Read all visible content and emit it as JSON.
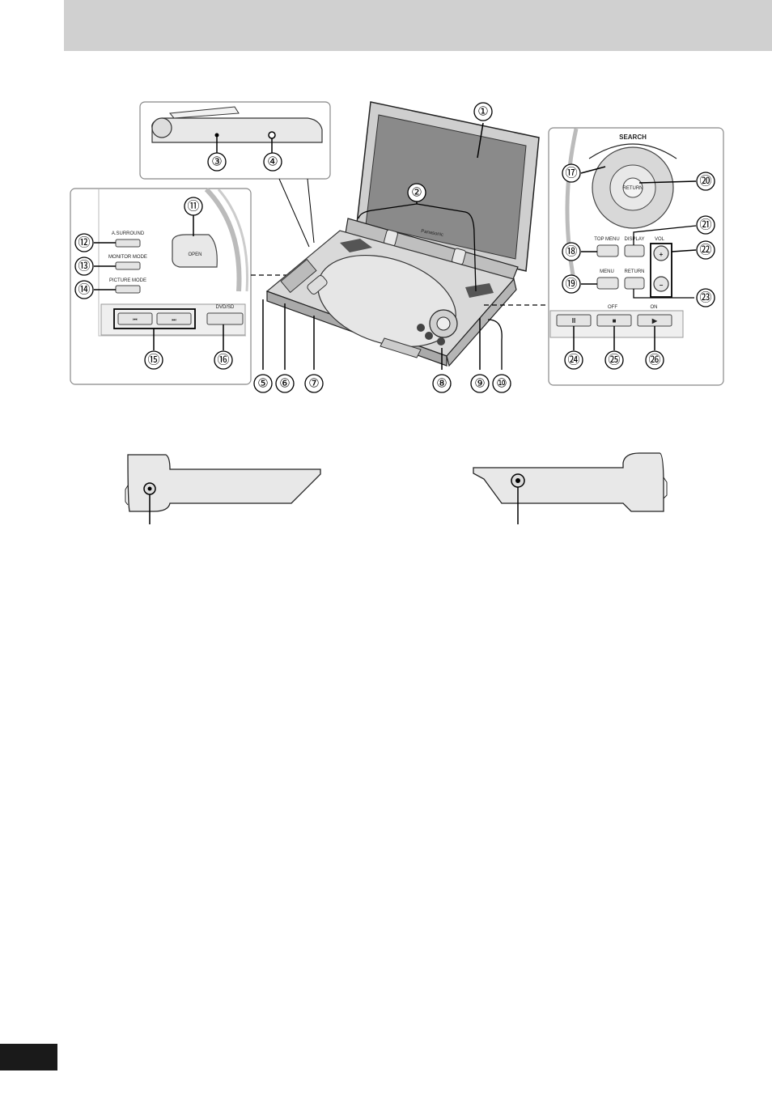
{
  "callouts": [
    "①",
    "②",
    "③",
    "④",
    "⑤",
    "⑥",
    "⑦",
    "⑧",
    "⑨",
    "⑩",
    "⑪",
    "⑫",
    "⑬",
    "⑭",
    "⑮",
    "⑯",
    "⑰",
    "⑱",
    "⑲",
    "⑳",
    "㉑",
    "㉒",
    "㉓",
    "㉔",
    "㉕",
    "㉖"
  ],
  "left_panel": {
    "open": "OPEN",
    "a_surround": "A.SURROUND",
    "monitor_mode": "MONITOR MODE",
    "picture_mode": "PICTURE MODE",
    "dvd_sd": "DVD/SD",
    "skip_back": "⏮",
    "skip_forward": "⏭"
  },
  "right_panel": {
    "search": "SEARCH",
    "return_center": "RETURN",
    "top_menu": "TOP MENU",
    "display": "DISPLAY",
    "vol": "VOL",
    "menu": "MENU",
    "return": "RETURN",
    "off": "OFF",
    "on": "ON",
    "pause": "II",
    "stop": "■",
    "play": "▶",
    "plus": "+",
    "minus": "−"
  },
  "player": {
    "brand": "Panasonic"
  }
}
